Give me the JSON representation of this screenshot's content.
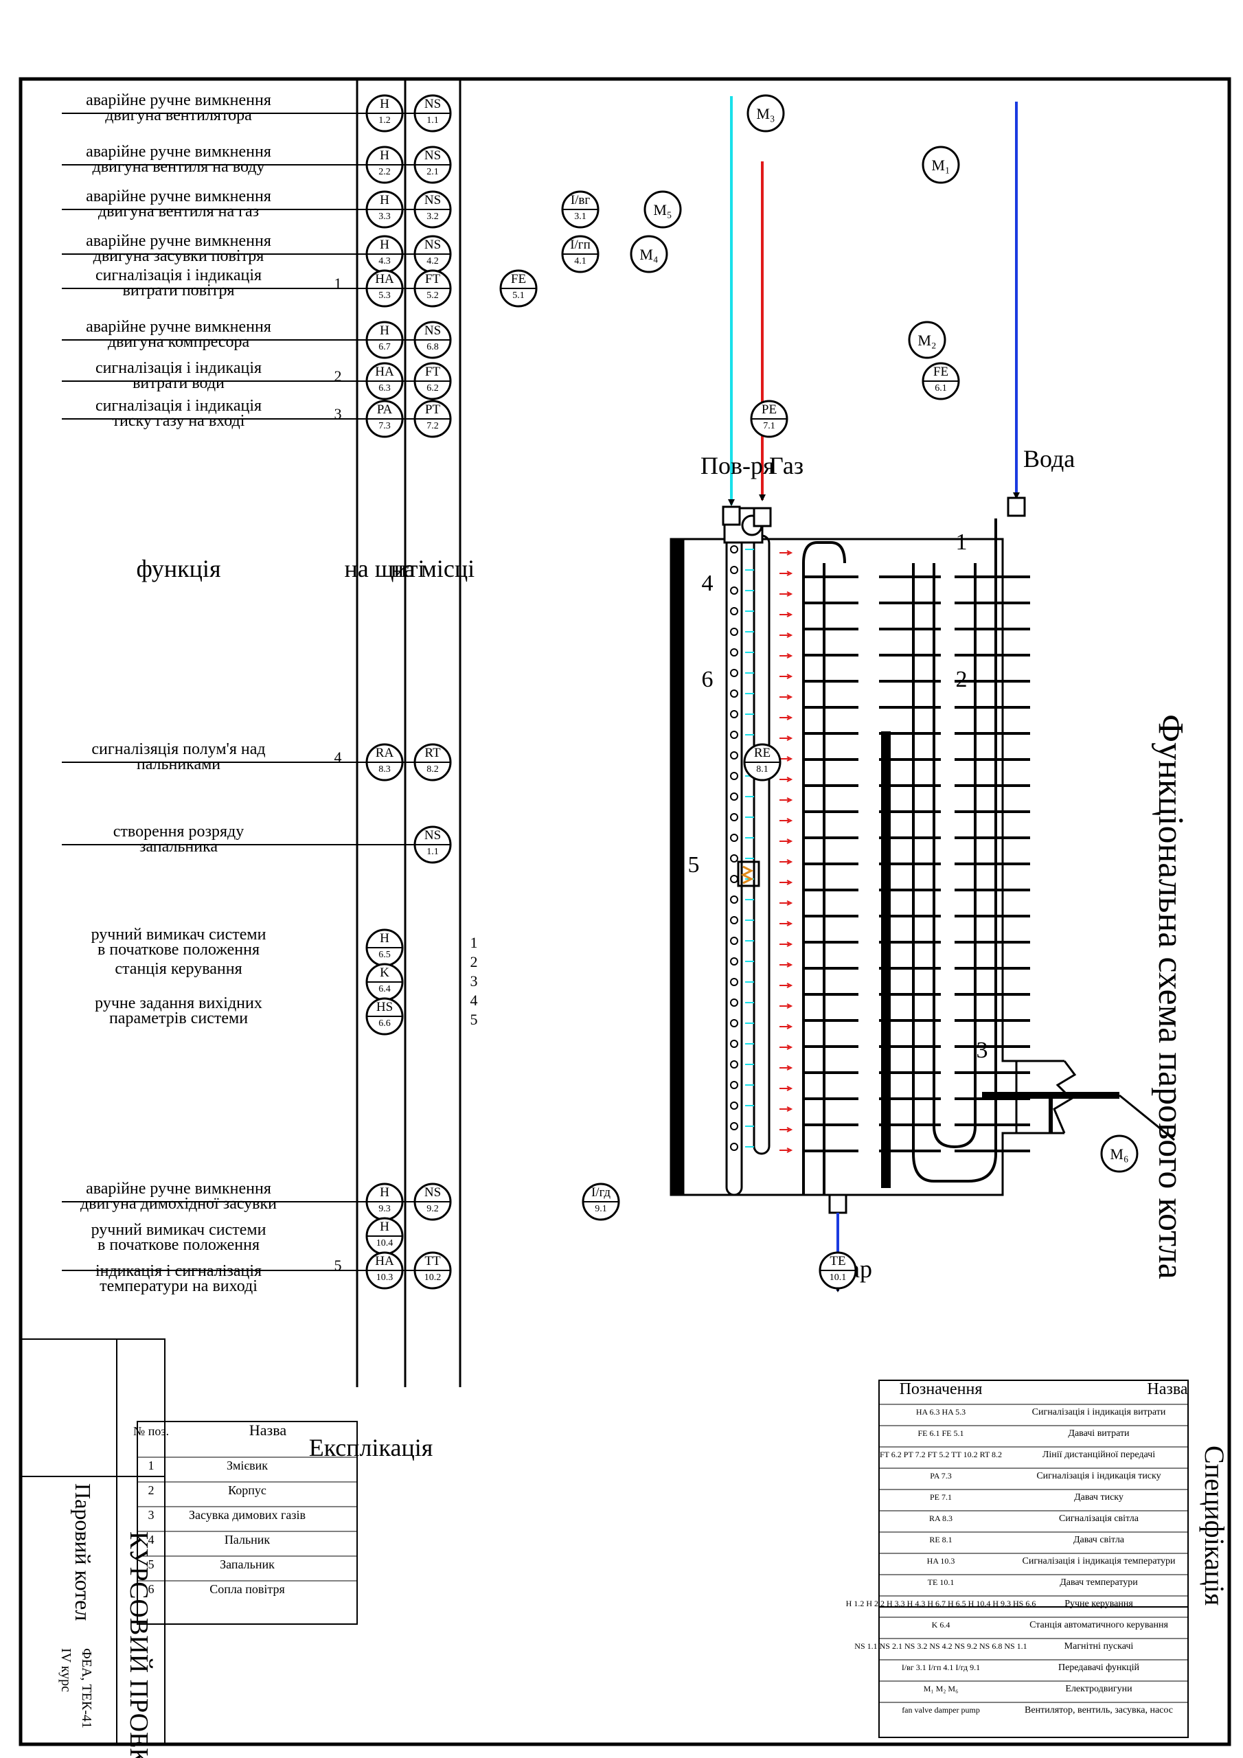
{
  "title": "Функціональна схема парового котла",
  "streams": {
    "water": "Вода",
    "gas": "Газ",
    "air": "Пов-ря",
    "steam": "Пар"
  },
  "colors": {
    "water": "#1a3be0",
    "gas": "#e01a1a",
    "air": "#19e0ea",
    "flame": "#e01a1a",
    "line": "#000000"
  },
  "levels": {
    "local": "на місці",
    "panel": "на щиті",
    "function": "функція"
  },
  "refs": [
    "1",
    "2",
    "3",
    "4",
    "5",
    "6"
  ],
  "functions": [
    {
      "l1": "аварійне ручне вимкнення",
      "l2": "двигуна вентилятора"
    },
    {
      "l1": "аварійне ручне вимкнення",
      "l2": "двигуна вентиля на воду"
    },
    {
      "l1": "аварійне ручне вимкнення",
      "l2": "двигуна вентиля на газ"
    },
    {
      "l1": "аварійне ручне вимкнення",
      "l2": "двигуна засувки повітря"
    },
    {
      "l1": "сигналізація і індикація",
      "l2": "витрати повітря"
    },
    {
      "l1": "аварійне ручне вимкнення",
      "l2": "двигуна компресора"
    },
    {
      "l1": "сигналізація і індикація",
      "l2": "витрати води"
    },
    {
      "l1": "сигналізація і індикація",
      "l2": "тиску газу на вході"
    },
    {
      "l1": "сигналізяція полум'я над",
      "l2": "пальниками"
    },
    {
      "l1": "створення розряду",
      "l2": "запальника"
    },
    {
      "l1": "ручний вимикач системи",
      "l2": "в початкове положення"
    },
    {
      "l1": "станція керування",
      "l2": ""
    },
    {
      "l1": "ручне задання вихідних",
      "l2": "параметрів системи"
    },
    {
      "l1": "аварійне ручне вимкнення",
      "l2": "двигуна димохідної засувки"
    },
    {
      "l1": "ручний вимикач системи",
      "l2": "в початкове положення"
    },
    {
      "l1": "індикація і сигналізація",
      "l2": "температури на виході"
    }
  ],
  "local_instruments": [
    {
      "t": "NS",
      "n": "1.1"
    },
    {
      "t": "NS",
      "n": "2.1"
    },
    {
      "t": "NS",
      "n": "3.2"
    },
    {
      "t": "NS",
      "n": "4.2"
    },
    {
      "t": "FT",
      "n": "5.2"
    },
    {
      "t": "NS",
      "n": "6.8"
    },
    {
      "t": "FT",
      "n": "6.2"
    },
    {
      "t": "PT",
      "n": "7.2"
    },
    {
      "t": "RT",
      "n": "8.2"
    },
    {
      "t": "NS",
      "n": "1.1"
    },
    {
      "t": "NS",
      "n": "9.2"
    },
    {
      "t": "TT",
      "n": "10.2"
    }
  ],
  "panel_instruments": [
    {
      "t": "H",
      "n": "1.2"
    },
    {
      "t": "H",
      "n": "2.2"
    },
    {
      "t": "H",
      "n": "3.3"
    },
    {
      "t": "H",
      "n": "4.3"
    },
    {
      "t": "HA",
      "n": "5.3"
    },
    {
      "t": "H",
      "n": "6.7"
    },
    {
      "t": "HA",
      "n": "6.3"
    },
    {
      "t": "PA",
      "n": "7.3"
    },
    {
      "t": "RA",
      "n": "8.3"
    },
    {
      "t": "H",
      "n": "6.5"
    },
    {
      "t": "K",
      "n": "6.4"
    },
    {
      "t": "HS",
      "n": "6.6"
    },
    {
      "t": "H",
      "n": "9.3"
    },
    {
      "t": "H",
      "n": "10.4"
    },
    {
      "t": "HA",
      "n": "10.3"
    }
  ],
  "converters": [
    {
      "t": "I/вг",
      "n": "3.1"
    },
    {
      "t": "I/гп",
      "n": "4.1"
    },
    {
      "t": "I/гд",
      "n": "9.1"
    }
  ],
  "field_sensors": [
    {
      "t": "FE",
      "n": "5.1"
    },
    {
      "t": "FE",
      "n": "6.1"
    },
    {
      "t": "PE",
      "n": "7.1"
    },
    {
      "t": "RE",
      "n": "8.1"
    },
    {
      "t": "TE",
      "n": "10.1"
    }
  ],
  "motors": [
    "M₃",
    "M₁",
    "M₅",
    "M₄",
    "M₂",
    "M₆"
  ],
  "line_numbers": [
    "1",
    "2",
    "3",
    "4",
    "5"
  ],
  "station_numbers": [
    "1",
    "2",
    "3",
    "4",
    "5"
  ],
  "spec": {
    "title": "Специфікація",
    "col_symbol": "Позначення",
    "col_name": "Назва",
    "rows": [
      {
        "symbols": [
          "HA 6.3",
          "HA 5.3"
        ],
        "name": "Сигналізація і індикація витрати"
      },
      {
        "symbols": [
          "FE 6.1",
          "FE 5.1"
        ],
        "name": "Давачі витрати"
      },
      {
        "symbols": [
          "FT 6.2",
          "PT 7.2",
          "FT 5.2",
          "TT 10.2",
          "RT 8.2"
        ],
        "name": "Лінії дистанційної передачі"
      },
      {
        "symbols": [
          "PA 7.3"
        ],
        "name": "Сигналізація і індикація тиску"
      },
      {
        "symbols": [
          "PE 7.1"
        ],
        "name": "Давач тиску"
      },
      {
        "symbols": [
          "RA 8.3"
        ],
        "name": "Сигналізація світла"
      },
      {
        "symbols": [
          "RE 8.1"
        ],
        "name": "Давач світла"
      },
      {
        "symbols": [
          "HA 10.3"
        ],
        "name": "Сигналізація і індикація температури"
      },
      {
        "symbols": [
          "TE 10.1"
        ],
        "name": "Давач температури"
      },
      {
        "symbols": [
          "H 1.2",
          "H 2.2",
          "H 3.3",
          "H 4.3",
          "H 6.7",
          "H 6.5",
          "H 10.4",
          "H 9.3",
          "HS 6.6"
        ],
        "name": "Ручне керування"
      },
      {
        "symbols": [
          "K 6.4"
        ],
        "name": "Станція автоматичного керування"
      },
      {
        "symbols": [
          "NS 1.1",
          "NS 2.1",
          "NS 3.2",
          "NS 4.2",
          "NS 9.2",
          "NS 6.8",
          "NS 1.1"
        ],
        "name": "Магнітні пускачі"
      },
      {
        "symbols": [
          "I/вг 3.1",
          "I/гп 4.1",
          "I/гд 9.1"
        ],
        "name": "Передавачі функцій"
      },
      {
        "symbols": [
          "M₁",
          "M₂",
          "M₆"
        ],
        "name": "Електродвигуни"
      },
      {
        "symbols": [
          "fan",
          "valve",
          "damper",
          "pump"
        ],
        "name": "Вентилятор, вентиль, засувка, насос"
      }
    ]
  },
  "explication": {
    "title": "Експлікація",
    "col_no": "№ поз.",
    "col_name": "Назва",
    "rows": [
      {
        "no": "1",
        "name": "Змієвик"
      },
      {
        "no": "2",
        "name": "Корпус"
      },
      {
        "no": "3",
        "name": "Засувка димових газів"
      },
      {
        "no": "4",
        "name": "Пальник"
      },
      {
        "no": "5",
        "name": "Запальник"
      },
      {
        "no": "6",
        "name": "Сопла повітря"
      }
    ]
  },
  "stamp": {
    "project": "КУРСОВИЙ ПРОЕКТ",
    "subject": "Паровий котел",
    "group": "ФЕА, ТЕК-41",
    "course": "IV курс"
  }
}
